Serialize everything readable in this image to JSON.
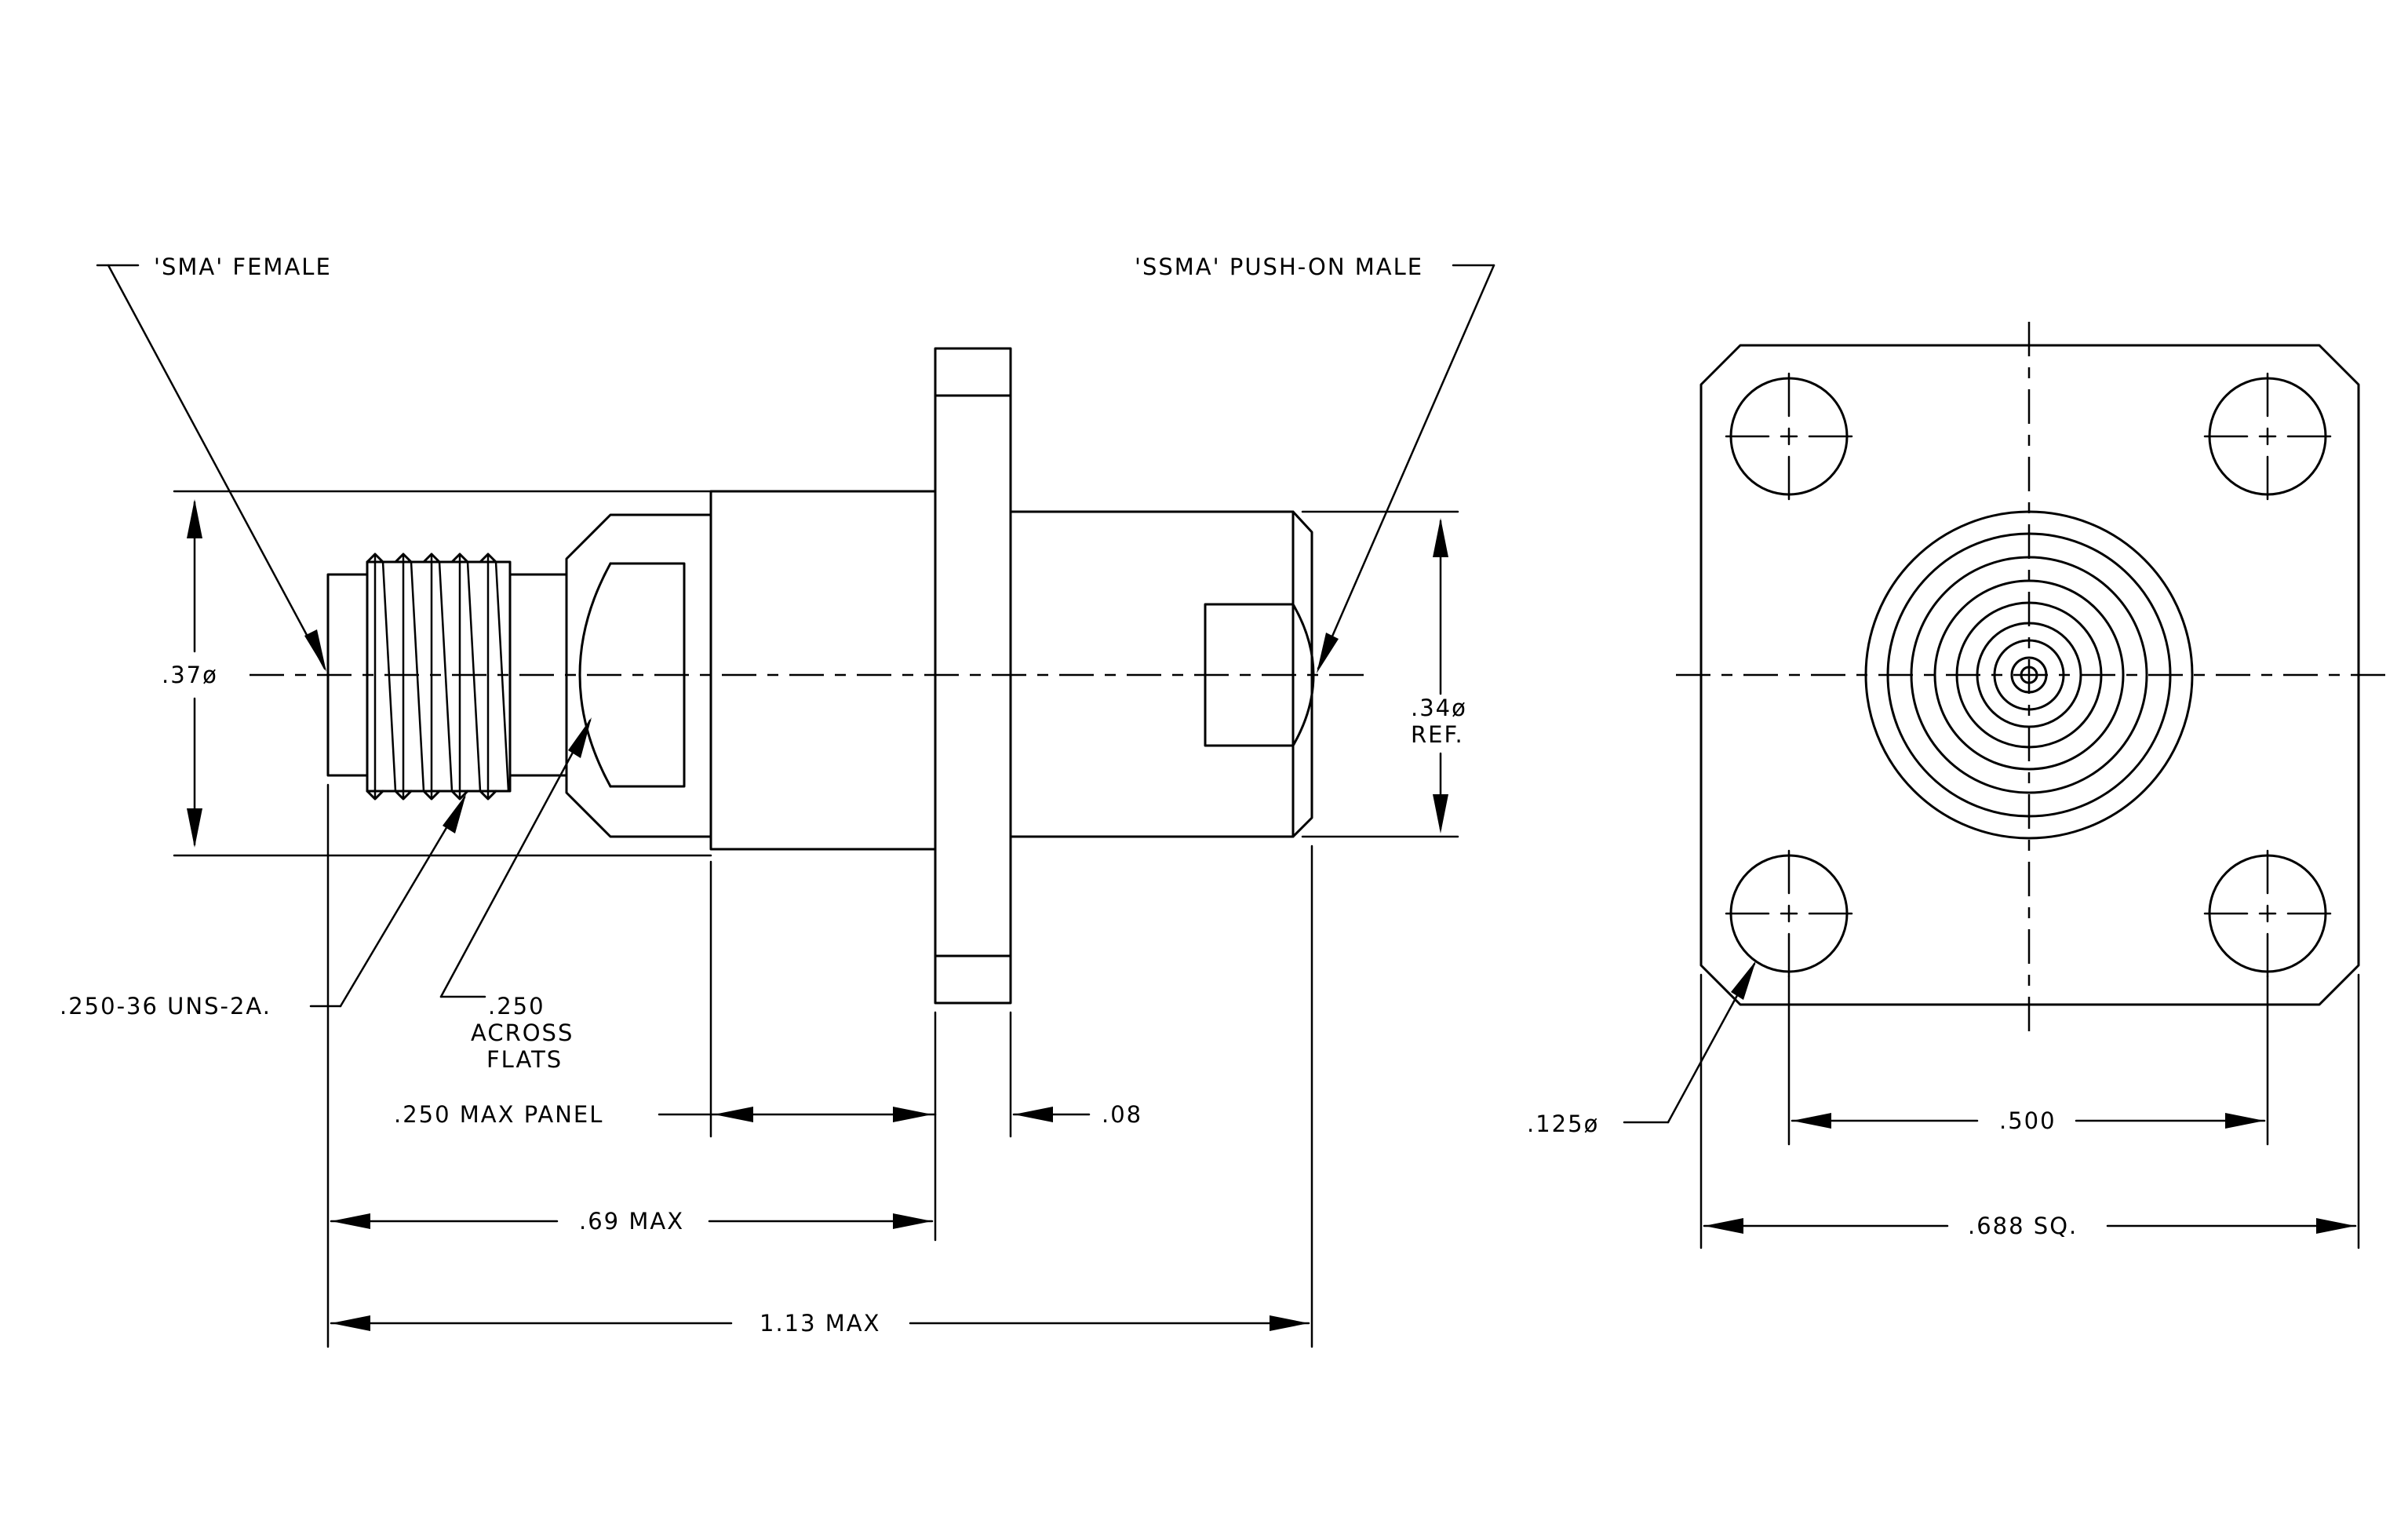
{
  "callouts": {
    "sma_female": "'SMA' FEMALE",
    "ssma_push_on_male": "'SSMA' PUSH-ON MALE",
    "thread_spec": ".250-36 UNS-2A.",
    "across_flats_1": ".250",
    "across_flats_2": "ACROSS",
    "across_flats_3": "FLATS",
    "hole_dia": ".125ø"
  },
  "dimensions": {
    "body_dia": ".37ø",
    "male_dia_1": ".34ø",
    "male_dia_2": "REF.",
    "max_panel": ".250 MAX PANEL",
    "flange_thk": ".08",
    "len_069": ".69 MAX",
    "len_113": "1.13 MAX",
    "hole_spacing": ".500",
    "flange_square": ".688 SQ."
  }
}
